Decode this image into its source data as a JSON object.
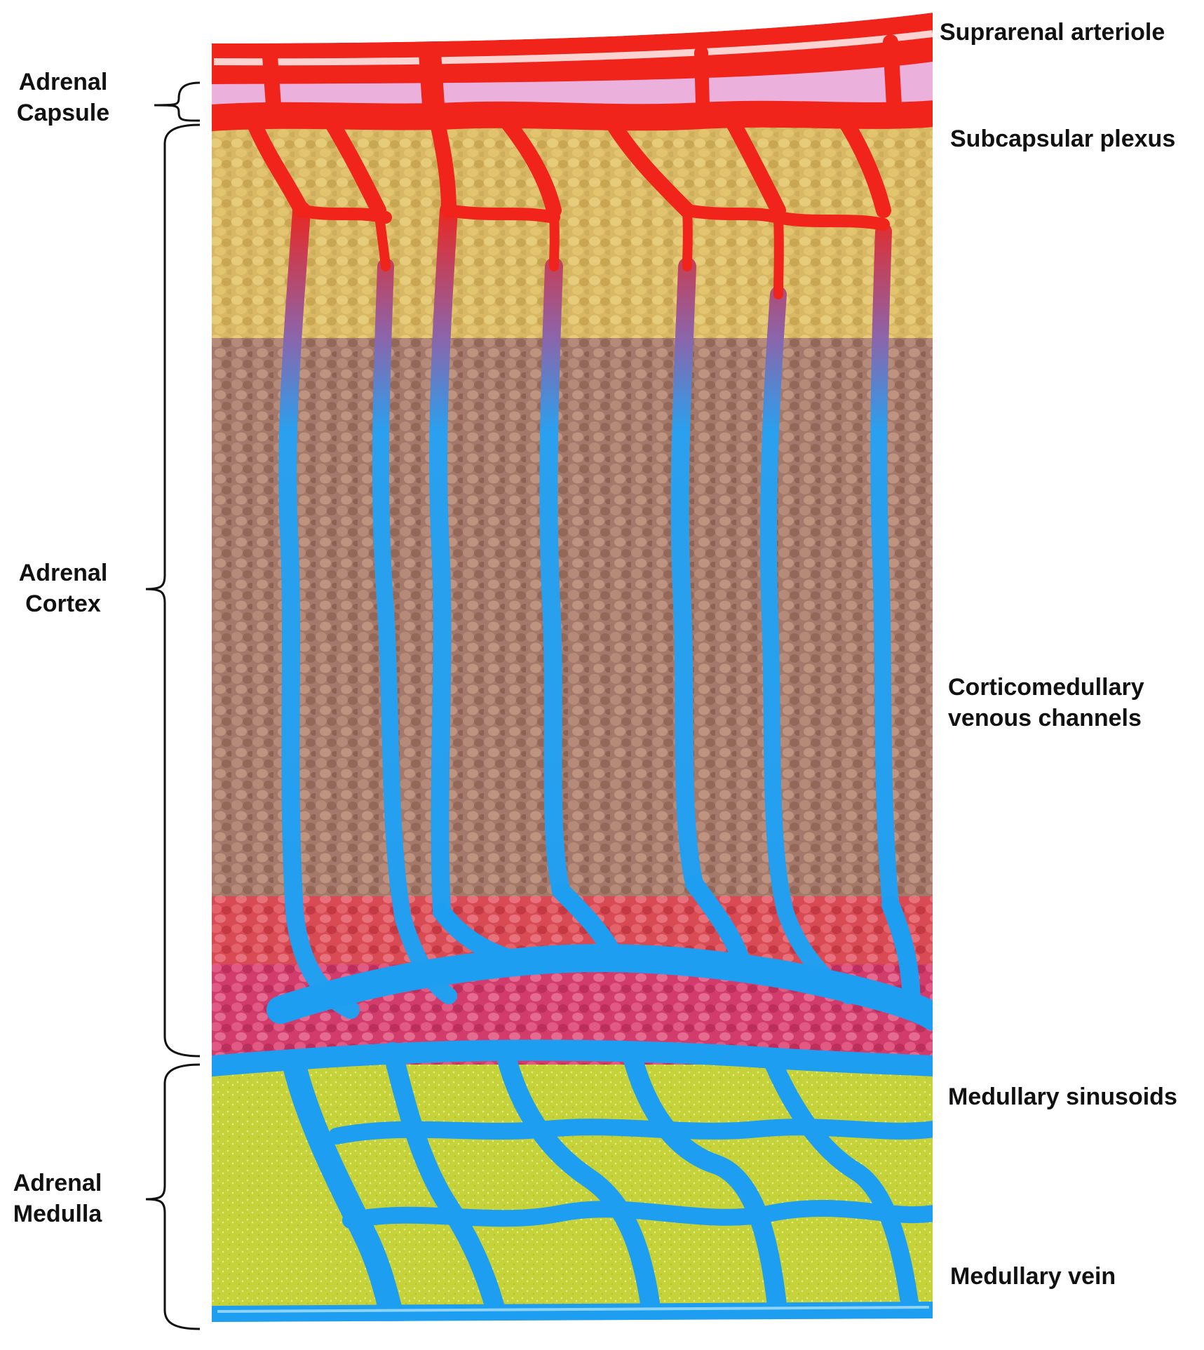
{
  "labels": {
    "capsule": [
      "Adrenal",
      "Capsule"
    ],
    "cortex": [
      "Adrenal",
      "Cortex"
    ],
    "medulla": [
      "Adrenal",
      "Medulla"
    ],
    "suprarenal_arteriole": "Suprarenal arteriole",
    "subcapsular_plexus": "Subcapsular plexus",
    "corticomedullary": [
      "Corticomedullary",
      "venous channels"
    ],
    "medullary_sinusoids": "Medullary sinusoids",
    "medullary_vein": "Medullary vein"
  },
  "colors": {
    "capsule": "#EBB0DC",
    "glomerulosa": "#D8B864",
    "fasciculata": "#A4786A",
    "reticularis_upper": "#D84A54",
    "reticularis_lower": "#D23C6C",
    "medulla": "#C6D23A",
    "arterial": "#F0241A",
    "venous": "#1E9EF0",
    "bracket": "#111111"
  }
}
